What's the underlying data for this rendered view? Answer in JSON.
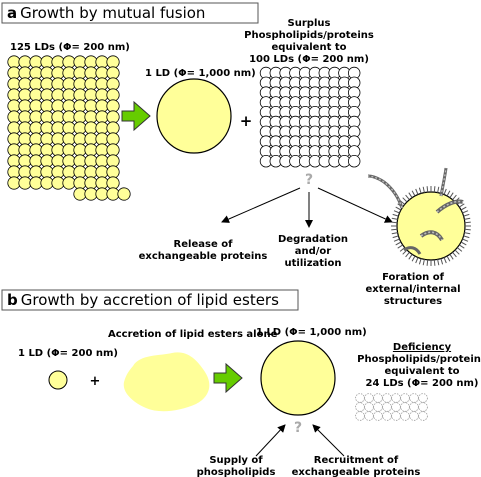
{
  "panel_a": {
    "letter": "a",
    "title": "Growth by mutual fusion",
    "small_lds_label": "125 LDs (Φ= 200 nm)",
    "large_ld_label": "1 LD (Φ= 1,000 nm)",
    "plus": "+",
    "surplus_title": "Surplus",
    "surplus_line1": "Phospholipids/proteins",
    "surplus_line2": "equivalent to",
    "surplus_line3": "100 LDs (Φ= 200 nm)",
    "question_mark": "?",
    "outcome_release_line1": "Release of",
    "outcome_release_line2": "exchangeable proteins",
    "outcome_degradation_line1": "Degradation",
    "outcome_degradation_line2": "and/or",
    "outcome_degradation_line3": "utilization",
    "outcome_formation_line1": "Foration of",
    "outcome_formation_line2": "external/internal",
    "outcome_formation_line3": "structures"
  },
  "panel_b": {
    "letter": "b",
    "title": "Growth by accretion of lipid esters",
    "small_ld_label": "1 LD (Φ= 200 nm)",
    "plus": "+",
    "accretion_label": "Accretion of lipid esters alone",
    "large_ld_label": "1 LD (Φ= 1,000 nm)",
    "deficiency_title": "Deficiency",
    "deficiency_line1": "Phospholipids/proteins",
    "deficiency_line2": "equivalent to",
    "deficiency_line3": "24 LDs (Φ= 200 nm)",
    "question_mark": "?",
    "supply_line1": "Supply of",
    "supply_line2": "phospholipids",
    "recruitment_line1": "Recruitment of",
    "recruitment_line2": "exchangeable proteins"
  },
  "colors": {
    "ld_fill": "#ffff99",
    "arrow_fill": "#66cc00",
    "panel_border": "#555555",
    "question_mark": "#aaaaaa",
    "dashed_ld": "#999999"
  }
}
